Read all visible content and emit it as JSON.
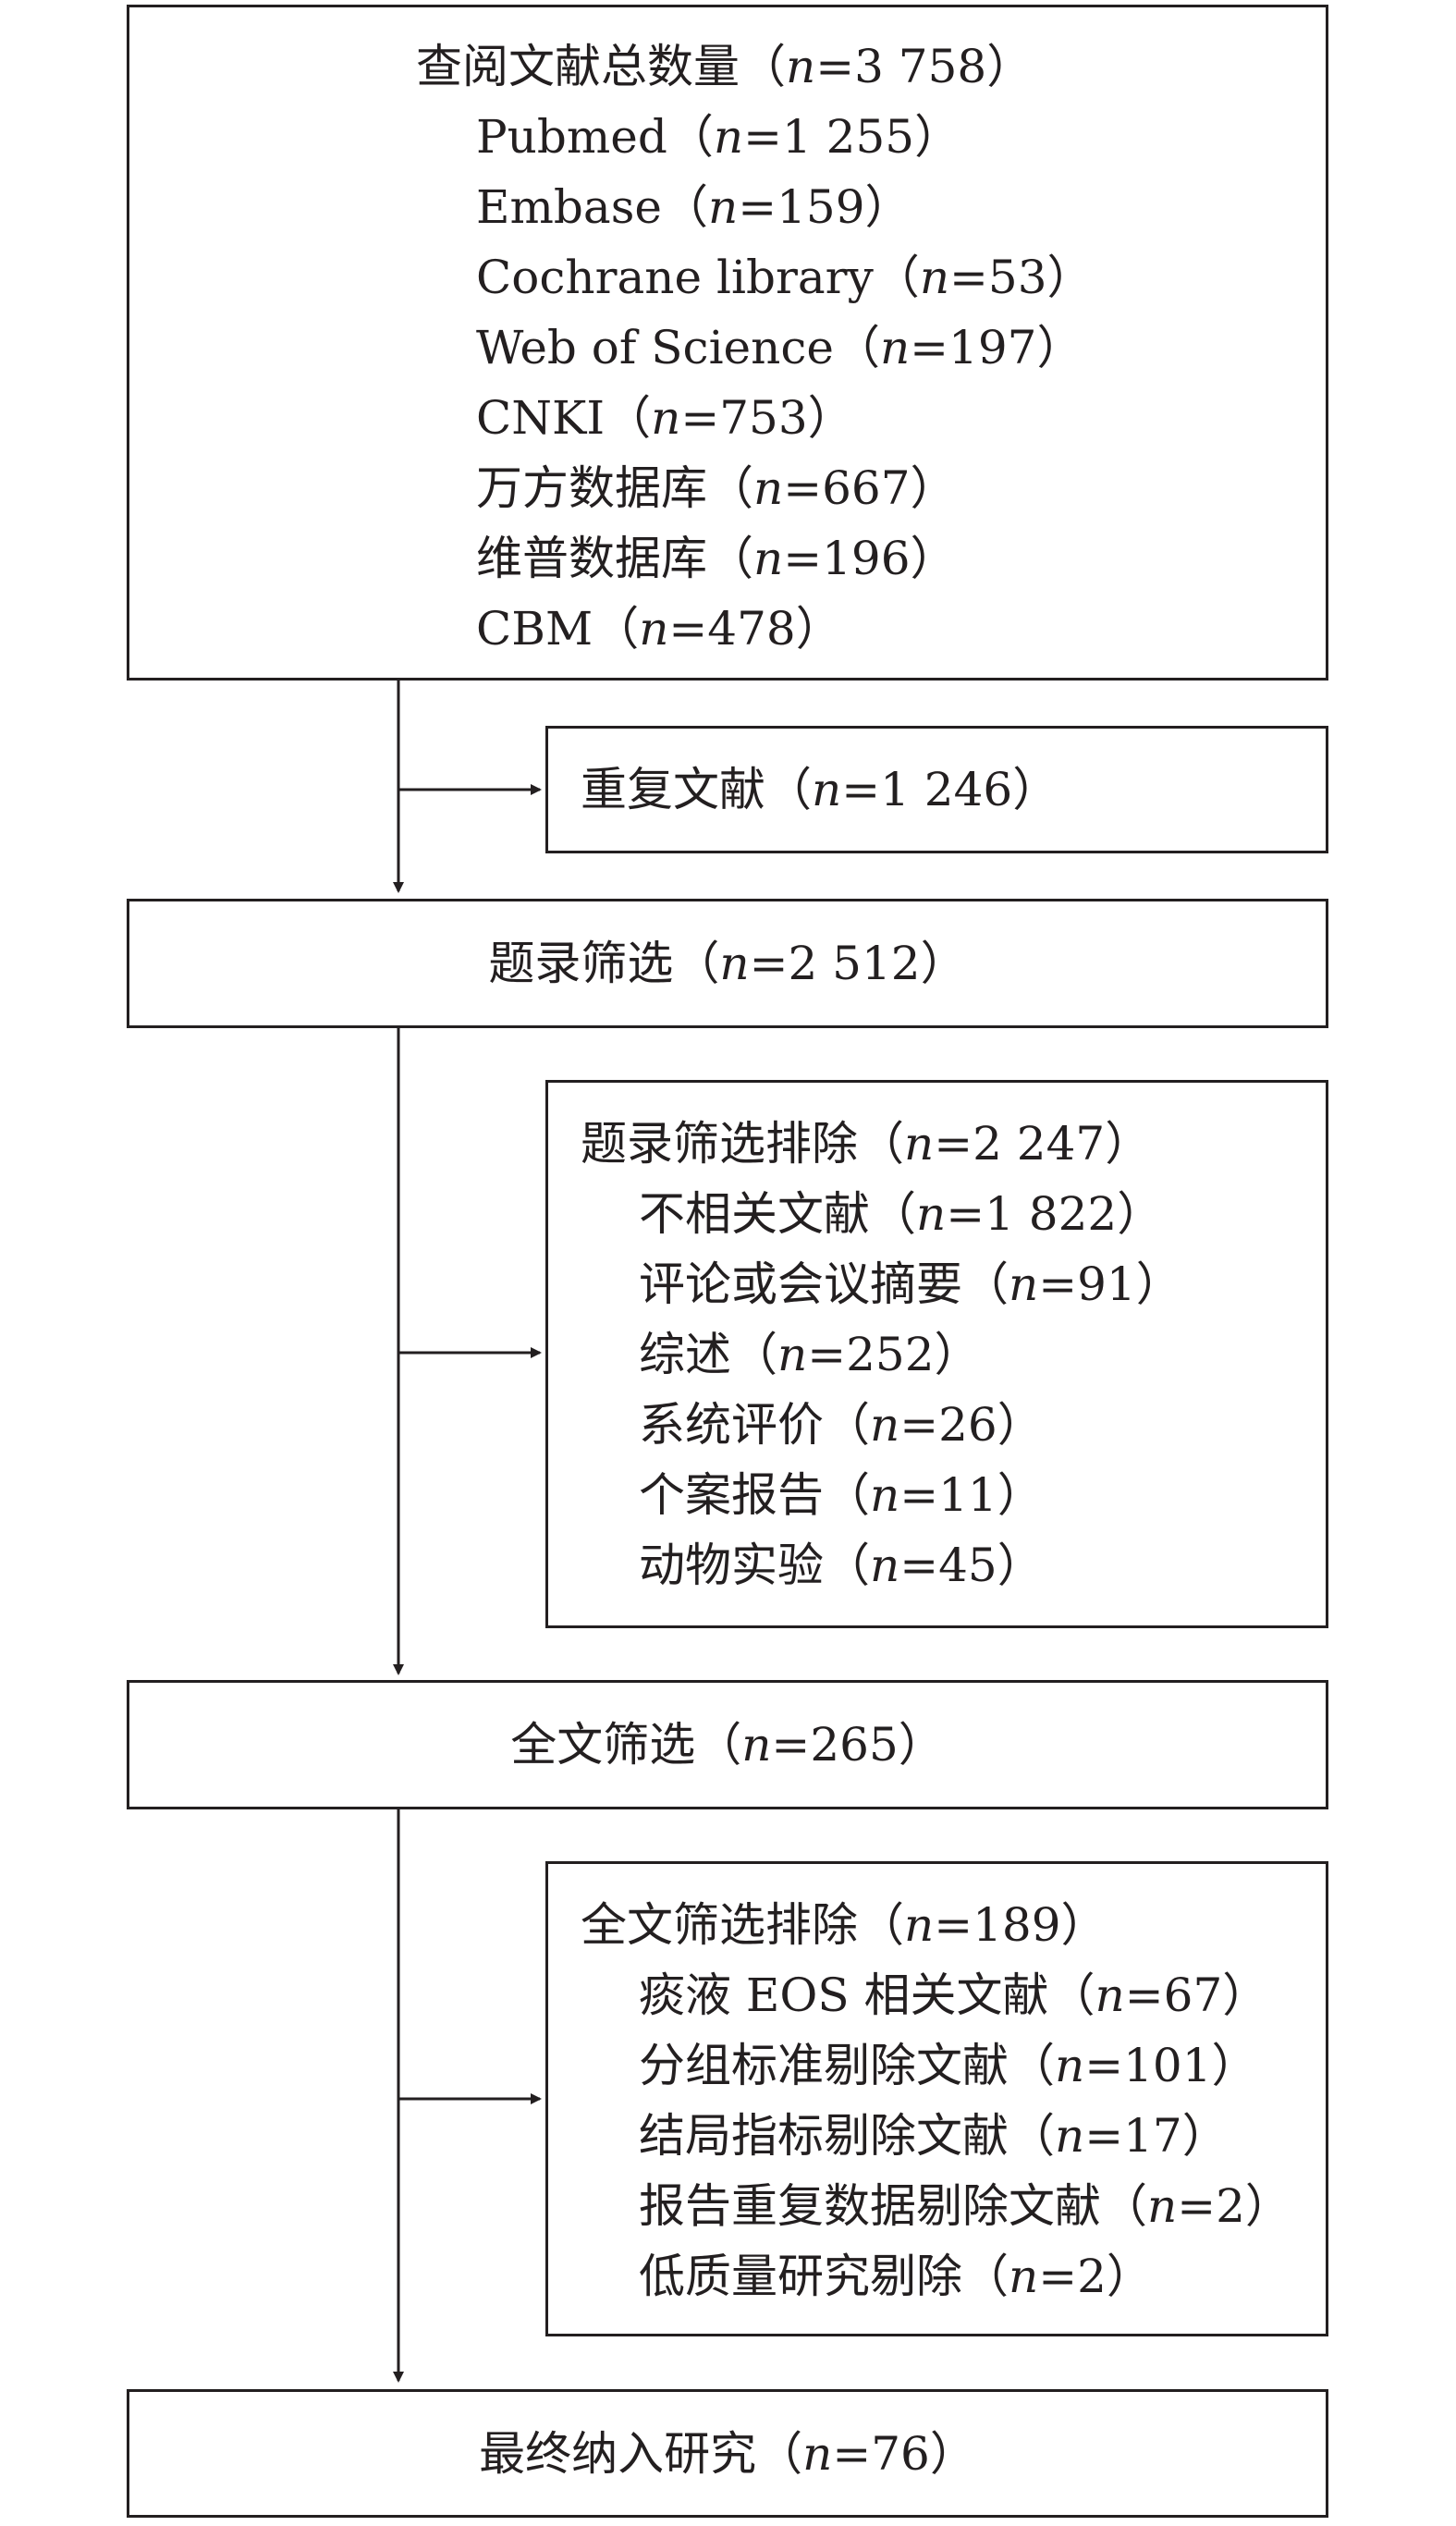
{
  "identification": {
    "title": "查阅文献总数量（",
    "count": "=3 758）",
    "sources": [
      {
        "label": "Pubmed（",
        "count": "=1 255）"
      },
      {
        "label": "Embase（",
        "count": "=159）"
      },
      {
        "label": "Cochrane library（",
        "count": "=53）"
      },
      {
        "label": "Web of Science（",
        "count": "=197）"
      },
      {
        "label": "CNKI（",
        "count": "=753）"
      },
      {
        "label": "万方数据库（",
        "count": "=667）"
      },
      {
        "label": "维普数据库（",
        "count": "=196）"
      },
      {
        "label": "CBM（",
        "count": "=478）"
      }
    ]
  },
  "duplicates": {
    "label": "重复文献（",
    "count": "=1 246）"
  },
  "title_screening": {
    "label": "题录筛选（",
    "count": "=2 512）"
  },
  "title_exclusion": {
    "title": "题录筛选排除（",
    "count": "=2 247）",
    "reasons": [
      {
        "label": "不相关文献（",
        "count": "=1 822）"
      },
      {
        "label": "评论或会议摘要（",
        "count": "=91）"
      },
      {
        "label": "综述（",
        "count": "=252）"
      },
      {
        "label": "系统评价（",
        "count": "=26）"
      },
      {
        "label": "个案报告（",
        "count": "=11）"
      },
      {
        "label": "动物实验（",
        "count": "=45）"
      }
    ]
  },
  "fulltext_screening": {
    "label": "全文筛选（",
    "count": "=265）"
  },
  "fulltext_exclusion": {
    "title": "全文筛选排除（",
    "count": "=189）",
    "reasons": [
      {
        "label": "痰液 EOS 相关文献（",
        "count": "=67）"
      },
      {
        "label": "分组标准剔除文献（",
        "count": "=101）"
      },
      {
        "label": "结局指标剔除文献（",
        "count": "=17）"
      },
      {
        "label": "报告重复数据剔除文献（",
        "count": "=2）"
      },
      {
        "label": "低质量研究剔除（",
        "count": "=2）"
      }
    ]
  },
  "included": {
    "label": "最终纳入研究（",
    "count": "=76）"
  },
  "n_symbol": "n"
}
